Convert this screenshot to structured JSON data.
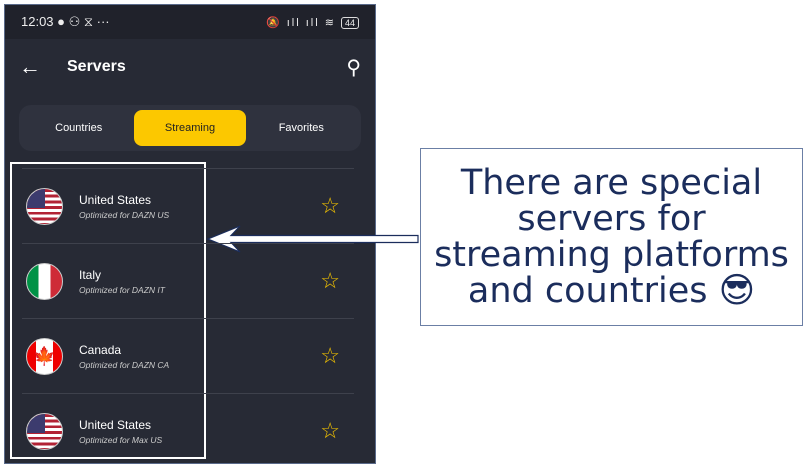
{
  "status": {
    "time": "12:03",
    "battery": "44"
  },
  "appbar": {
    "title": "Servers"
  },
  "tabs": [
    {
      "label": "Countries"
    },
    {
      "label": "Streaming"
    },
    {
      "label": "Favorites"
    }
  ],
  "servers": [
    {
      "name": "United States",
      "sub": "Optimized for DAZN US",
      "flag": "us"
    },
    {
      "name": "Italy",
      "sub": "Optimized for DAZN IT",
      "flag": "it"
    },
    {
      "name": "Canada",
      "sub": "Optimized for DAZN CA",
      "flag": "ca"
    },
    {
      "name": "United States",
      "sub": "Optimized for Max US",
      "flag": "us"
    }
  ],
  "callout": {
    "text": "There are special servers for streaming platforms and countries 😎"
  }
}
